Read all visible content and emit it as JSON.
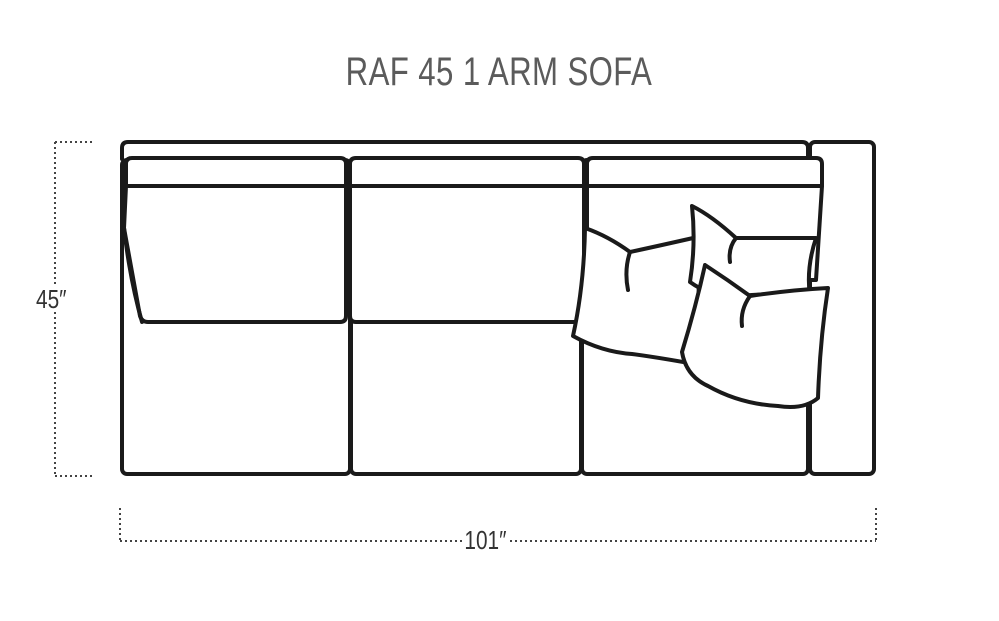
{
  "title": "RAF 45 1 ARM SOFA",
  "dimensions": {
    "height": "45″",
    "width": "101″"
  },
  "colors": {
    "line": "#1a1a1a",
    "title": "#5b5b5b",
    "dimension_line": "#444444"
  }
}
